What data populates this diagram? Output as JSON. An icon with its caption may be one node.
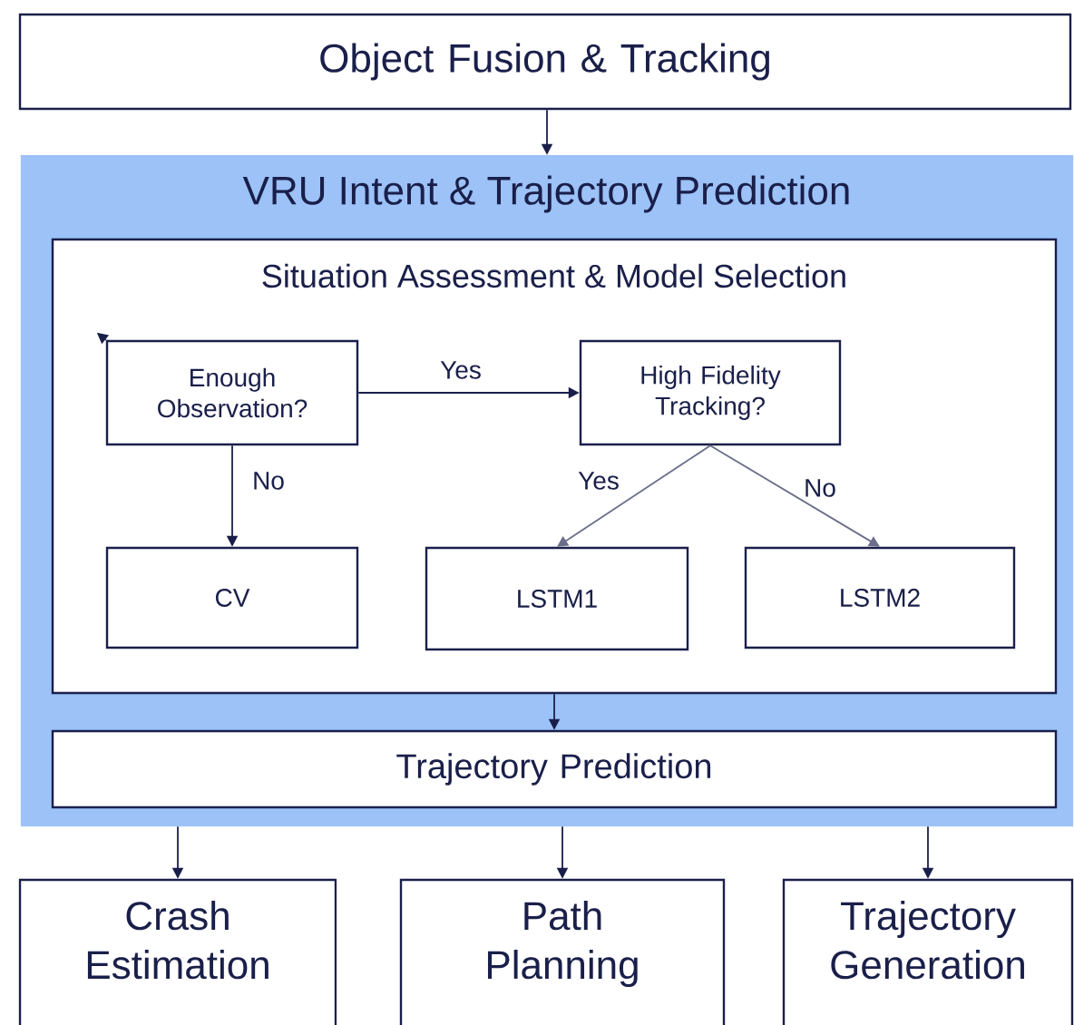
{
  "diagram": {
    "nodes": [
      {
        "text": [
          "Object Fusion & Tracking"
        ]
      },
      {
        "text": [
          "VRU Intent & Trajectory Prediction"
        ]
      },
      {
        "text": [
          "Situation Assessment & Model Selection"
        ],
        "in": 1
      },
      {
        "text": [
          "Enough Observation?"
        ],
        "in": 2
      },
      {
        "text": [
          "High Fidelity Tracking?"
        ],
        "in": 2
      },
      {
        "text": [
          "CV"
        ],
        "in": 2
      },
      {
        "text": [
          "LSTM1"
        ],
        "in": 2
      },
      {
        "text": [
          "LSTM2"
        ],
        "in": 2
      },
      {
        "text": [
          "Trajectory Prediction"
        ],
        "in": 1
      },
      {
        "text": [
          "Crash Estimation"
        ]
      },
      {
        "text": [
          "Path Planning"
        ]
      },
      {
        "text": [
          "Trajectory Generation"
        ]
      }
    ],
    "edges": [
      {
        "from": 0,
        "to": 1,
        "arrow": "to"
      },
      {
        "from": 3,
        "to": null,
        "arrow": "to"
      },
      {
        "from": 3,
        "to": 4,
        "arrow": "to",
        "label": "Yes"
      },
      {
        "from": 3,
        "to": 5,
        "arrow": "to",
        "label": "No"
      },
      {
        "from": 4,
        "to": 6,
        "arrow": "to",
        "label": "Yes",
        "color": "#6b6e8a"
      },
      {
        "from": 4,
        "to": 7,
        "arrow": "to",
        "label": "No",
        "color": "#6b6e8a"
      },
      {
        "from": 2,
        "to": 8,
        "arrow": "to"
      },
      {
        "from": 8,
        "to": 9,
        "arrow": "to"
      },
      {
        "from": 8,
        "to": 10,
        "arrow": "to"
      },
      {
        "from": 8,
        "to": 11,
        "arrow": "to"
      }
    ]
  }
}
